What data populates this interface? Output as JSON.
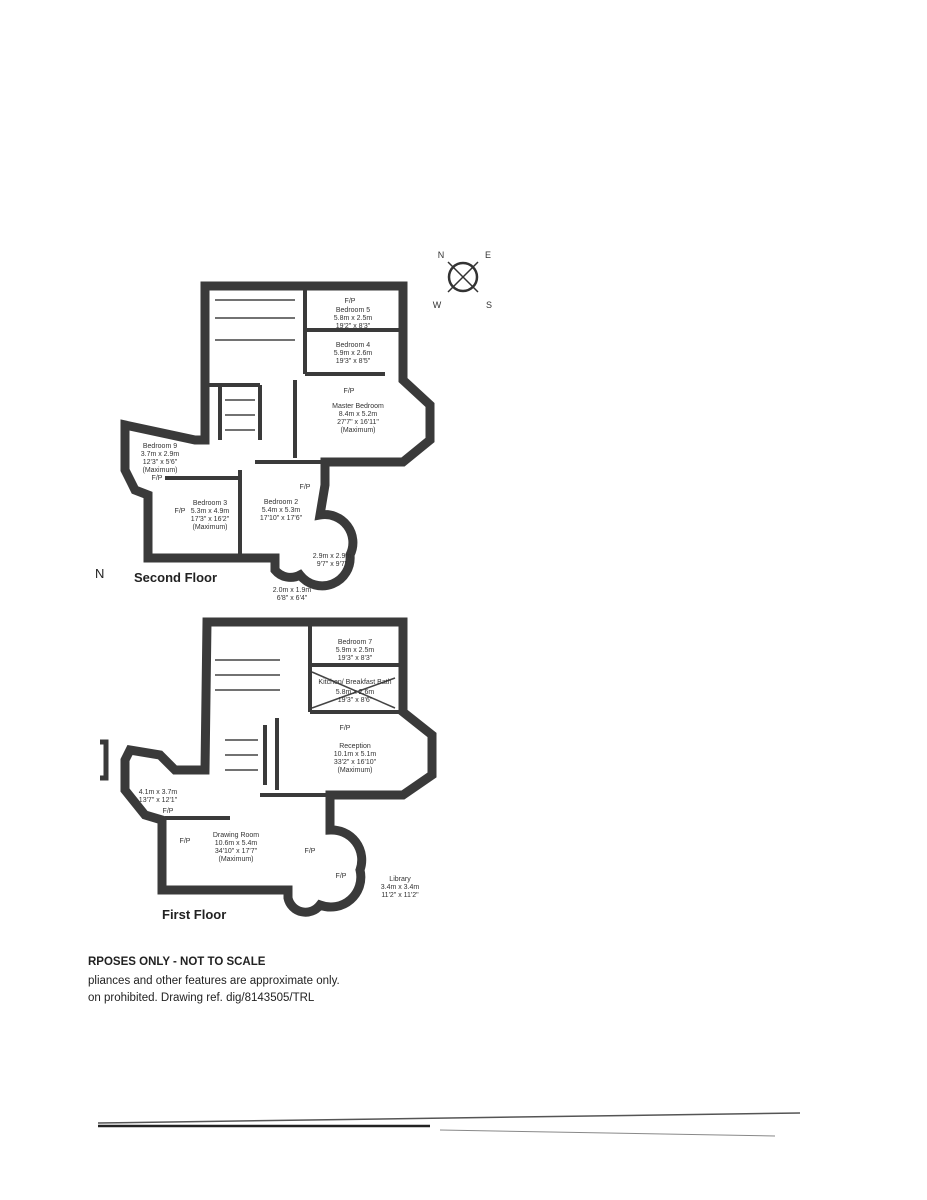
{
  "compass": {
    "n": "N",
    "e": "E",
    "s": "S",
    "w": "W"
  },
  "second_floor": {
    "label": "Second Floor",
    "edge_fragment": "N",
    "rooms": [
      {
        "name": "Bedroom 5",
        "fp": "F/P",
        "metric": "5.8m x 2.5m",
        "imperial": "19'2\" x 8'3\""
      },
      {
        "name": "Bedroom 4",
        "metric": "5.9m x 2.6m",
        "imperial": "19'3\" x 8'5\""
      },
      {
        "name": "Master Bedroom",
        "fp": "F/P",
        "metric": "8.4m x 5.2m",
        "imperial": "27'7\" x 16'11\"",
        "note": "(Maximum)"
      },
      {
        "name": "Bedroom 9",
        "fp": "F/P",
        "metric": "3.7m x 2.9m",
        "imperial": "12'3\" x 5'6\"",
        "note": "(Maximum)"
      },
      {
        "name": "Bedroom 3",
        "fp": "F/P",
        "metric": "5.3m x 4.9m",
        "imperial": "17'3\" x 16'2\"",
        "note": "(Maximum)"
      },
      {
        "name": "Bedroom 2",
        "fp": "F/P",
        "metric": "5.4m x 5.3m",
        "imperial": "17'10\" x 17'6\""
      },
      {
        "metric": "2.9m x 2.9m",
        "imperial": "9'7\" x 9'7\""
      },
      {
        "metric": "2.0m x 1.9m",
        "imperial": "6'8\" x 6'4\""
      }
    ]
  },
  "first_floor": {
    "label": "First Floor",
    "rooms": [
      {
        "name": "Bedroom 7",
        "metric": "5.9m x 2.5m",
        "imperial": "19'3\" x 8'3\""
      },
      {
        "name": "Kitchen/ Breakfast Bath",
        "metric": "5.8m x 2.6m",
        "imperial": "19'3\" x 8'6\""
      },
      {
        "name": "Reception",
        "fp": "F/P",
        "metric": "10.1m x 5.1m",
        "imperial": "33'2\" x 16'10\"",
        "note": "(Maximum)"
      },
      {
        "metric": "4.1m x 3.7m",
        "imperial": "13'7\" x 12'1\"",
        "fp": "F/P"
      },
      {
        "name": "Drawing Room",
        "fp": "F/P",
        "metric": "10.6m x 5.4m",
        "imperial": "34'10\" x 17'7\"",
        "note": "(Maximum)"
      },
      {
        "name": "Library",
        "fp": "F/P",
        "metric": "3.4m x 3.4m",
        "imperial": "11'2\" x 11'2\""
      }
    ]
  },
  "disclaimer": [
    "RPOSES ONLY - NOT TO SCALE",
    "pliances and other features are approximate only.",
    "on prohibited. Drawing ref. dig/8143505/TRL"
  ]
}
